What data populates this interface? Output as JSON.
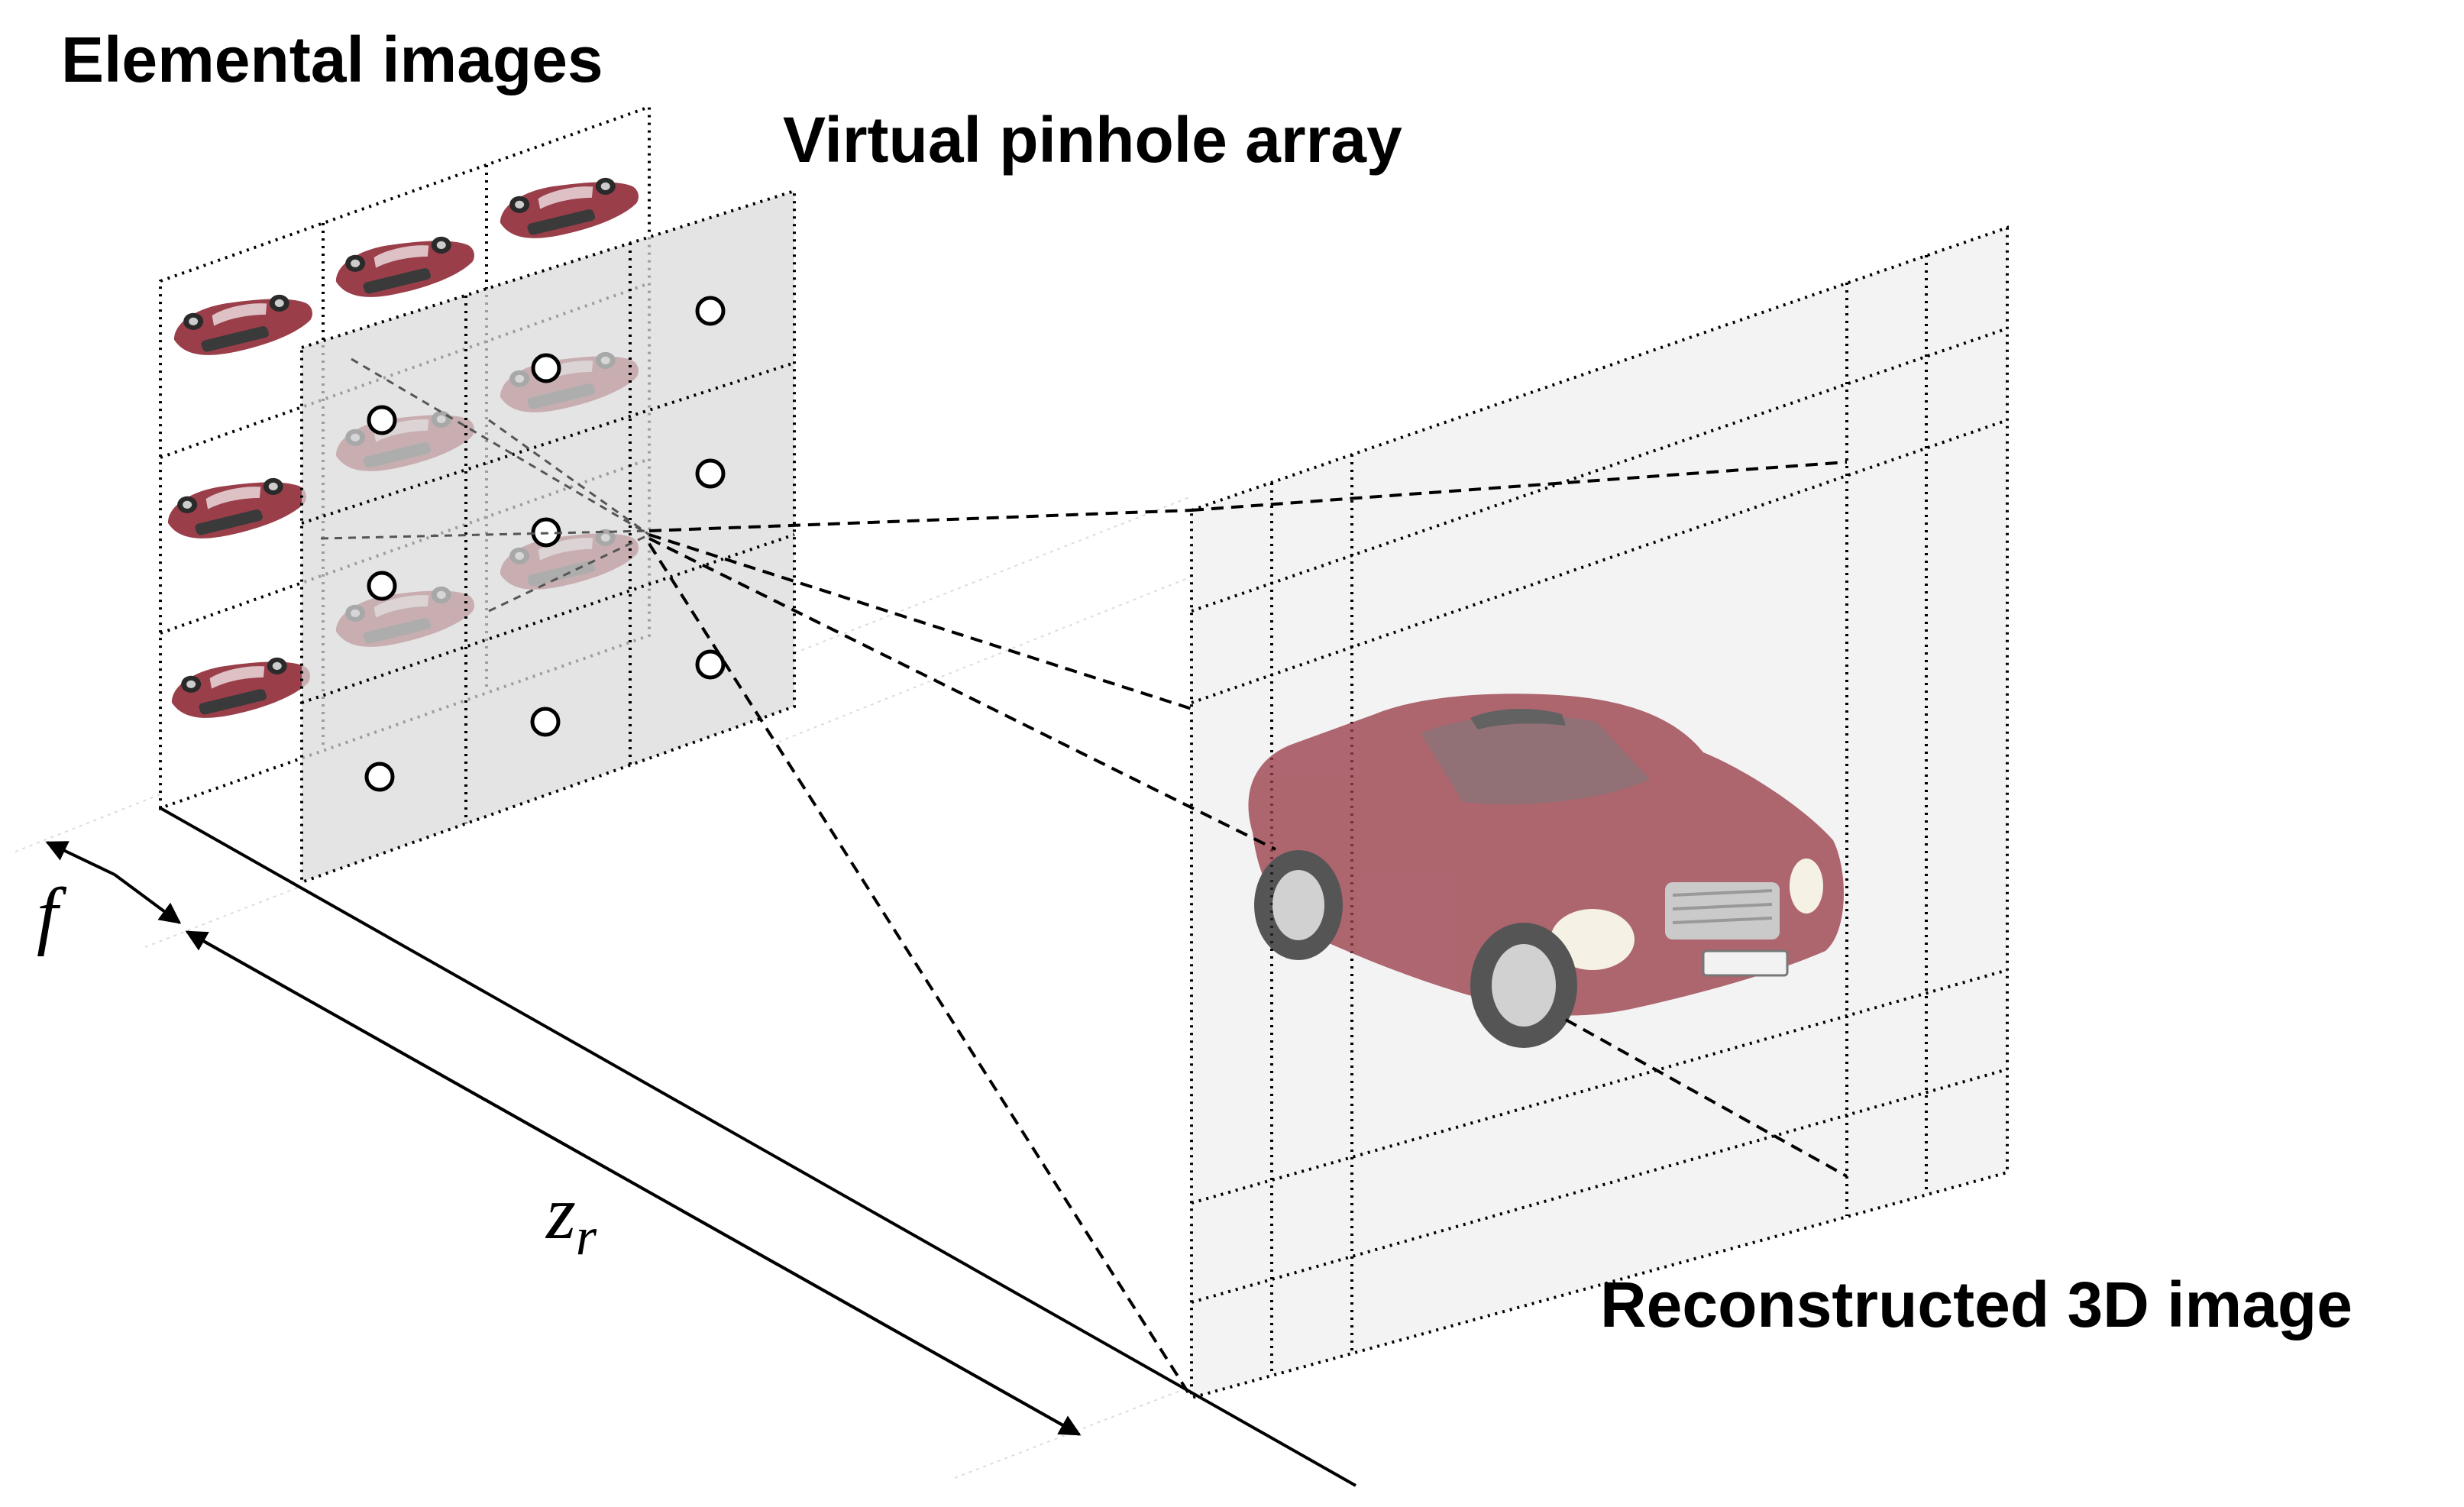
{
  "labels": {
    "elemental_images": "Elemental images",
    "pinhole_array": "Virtual pinhole array",
    "reconstructed": "Reconstructed 3D image",
    "focal_symbol": "f",
    "distance_symbol": "z",
    "distance_subscript": "r"
  },
  "grids": {
    "elemental_images": {
      "rows": 3,
      "cols": 3
    },
    "pinhole_array": {
      "rows": 3,
      "cols": 3
    }
  },
  "colors": {
    "panel_gray": "#e3e3e3",
    "plane_gray": "#f4f4f4",
    "car_red": "#9a3e4a",
    "line": "#000000"
  },
  "icons": {
    "car": "car-icon",
    "pinhole": "pinhole-circle-icon",
    "arrowhead": "arrowhead-icon"
  }
}
